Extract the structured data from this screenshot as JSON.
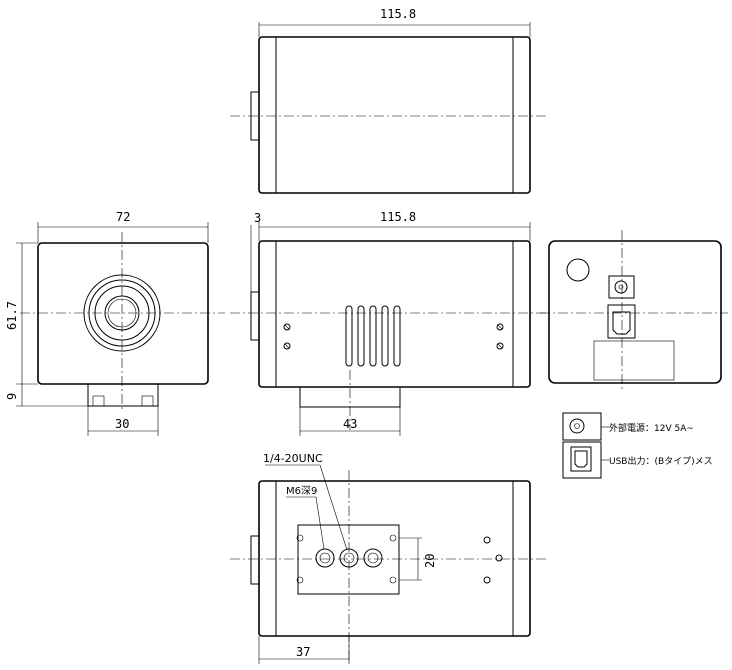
{
  "dimensions": {
    "top_length": "115.8",
    "front_width": "72",
    "front_height": "61.7",
    "front_base_height": "9",
    "front_base_width": "30",
    "side_offset": "3",
    "side_length": "115.8",
    "side_base_width": "43",
    "bottom_hole_pitch": "20",
    "bottom_offset": "37"
  },
  "annotations": {
    "tripod_thread": "1/4-20UNC",
    "mount_screw": "M6深9"
  },
  "legend": {
    "power": "外部電源：12V 5A~",
    "usb": "USB出力：(Bタイプ)メス"
  }
}
